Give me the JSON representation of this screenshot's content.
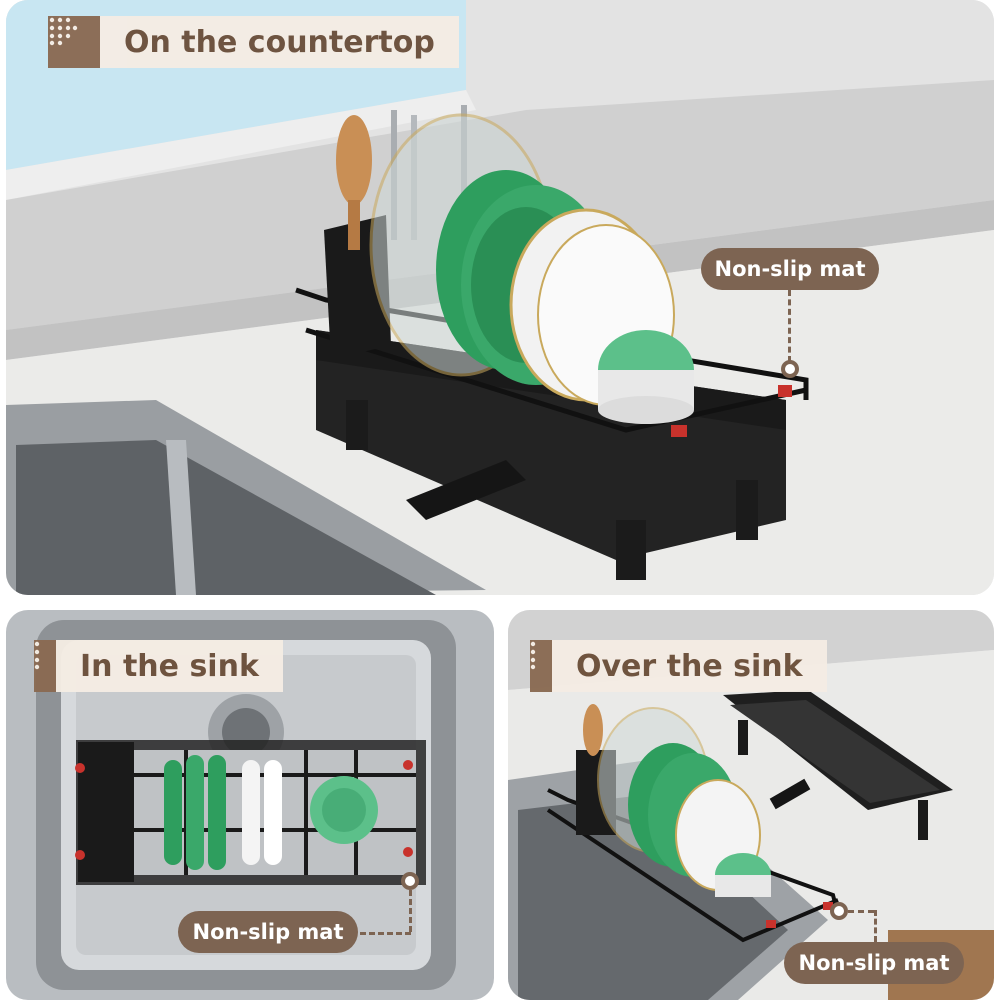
{
  "panels": {
    "top": {
      "title": "On the countertop",
      "annotation": "Non-slip mat"
    },
    "bottom_left": {
      "title": "In the sink",
      "annotation": "Non-slip mat"
    },
    "bottom_right": {
      "title": "Over the sink",
      "annotation": "Non-slip mat"
    }
  },
  "colors": {
    "tag_bg": "#f5ede4",
    "tag_text": "#6b4f3a",
    "pill_bg": "#7d6452",
    "plate_green": "#2e9e5e",
    "rack_black": "#1c1c1c"
  },
  "icons": [
    "grid-icon",
    "bar-icon"
  ]
}
